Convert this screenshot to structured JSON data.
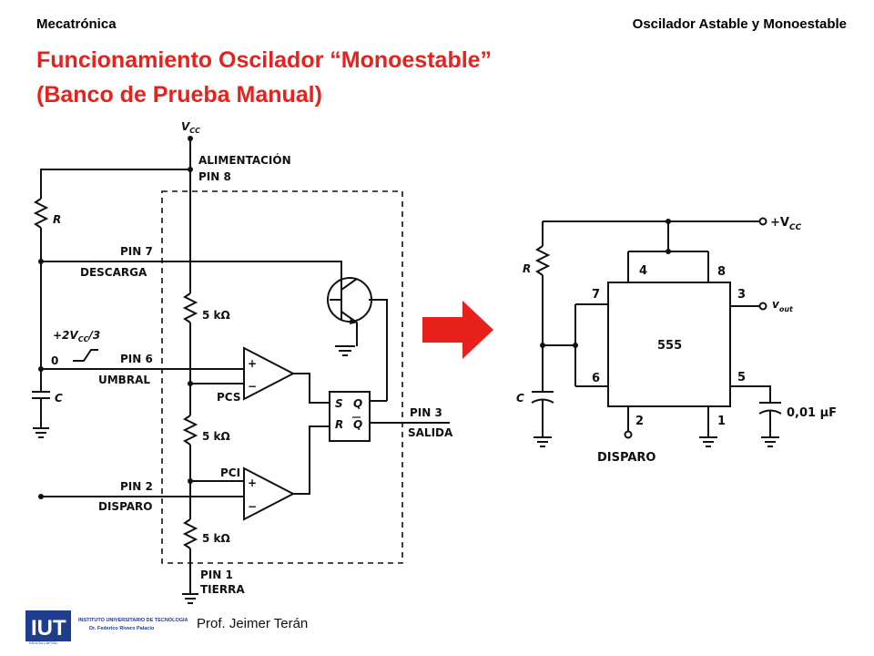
{
  "header": {
    "course": "Mecatrónica",
    "topic": "Oscilador Astable y Monoestable"
  },
  "title": {
    "line1": "Funcionamiento Oscilador “Monoestable”",
    "line2": "(Banco de Prueba Manual)"
  },
  "left_circuit": {
    "vcc": "V",
    "vcc_sub": "CC",
    "alimentacion": "ALIMENTACIÓN",
    "pin8": "PIN 8",
    "r": "R",
    "pin7": "PIN 7",
    "descarga": "DESCARGA",
    "res_top": "5 kΩ",
    "res_mid": "5 kΩ",
    "res_bot": "5 kΩ",
    "pulse": "+2V",
    "pulse_sub": "CC",
    "pulse_div": "/3",
    "zero": "0",
    "pin6": "PIN 6",
    "umbral": "UMBRAL",
    "c": "C",
    "pcs": "PCS",
    "pci": "PCI",
    "s": "S",
    "q": "Q",
    "r_ff": "R",
    "qbar": "Q",
    "pin3": "PIN 3",
    "salida": "SALIDA",
    "pin2": "PIN 2",
    "disparo": "DISPARO",
    "pin1": "PIN 1",
    "tierra": "TIERRA"
  },
  "right_circuit": {
    "vcc": "+V",
    "vcc_sub": "CC",
    "r": "R",
    "c": "C",
    "chip": "555",
    "pin4": "4",
    "pin8": "8",
    "pin7": "7",
    "pin3": "3",
    "pin6": "6",
    "pin5": "5",
    "pin2": "2",
    "pin1": "1",
    "vout": "v",
    "vout_sub": "out",
    "cap5": "0,01 µF",
    "disparo": "DISPARO"
  },
  "footer": {
    "author": "Prof. Jeimer Terán",
    "logo_text": "IUT",
    "logo_line1": "INSTITUTO UNIVERSITARIO DE TECNOLOGIA",
    "logo_line2": "Dr. Federico Rivero Palacio",
    "logo_sub": "REGIÓN CAPITAL"
  },
  "colors": {
    "title": "#e8211d",
    "arrow": "#e8211d",
    "logo": "#1f3d8f"
  }
}
